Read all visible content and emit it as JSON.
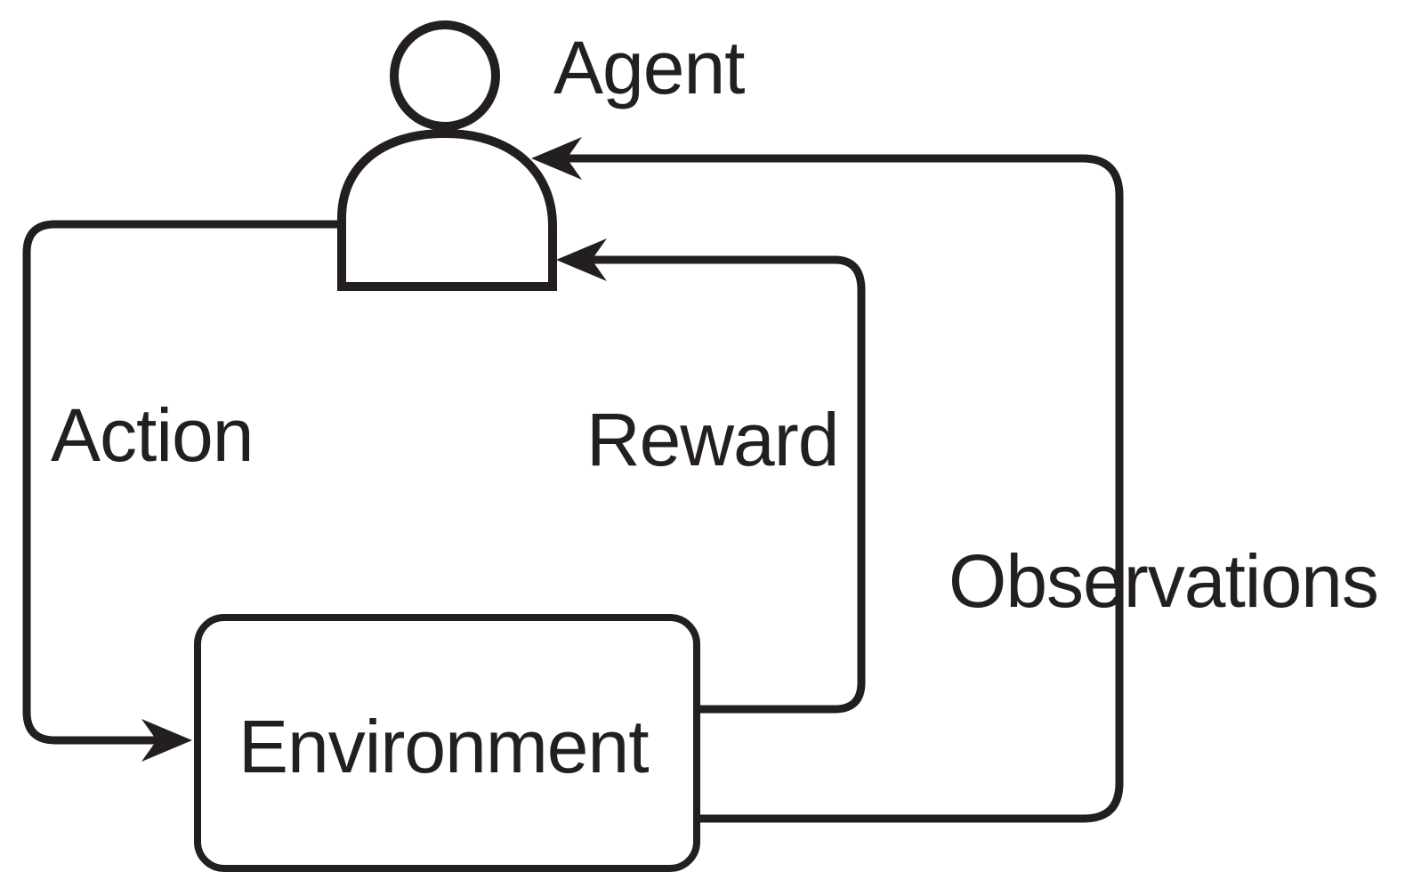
{
  "diagram": {
    "type": "reinforcement-learning-loop",
    "background_color": "#ffffff",
    "line_color": "#231f20",
    "nodes": [
      {
        "id": "agent",
        "label": "Agent",
        "icon": "person-icon",
        "shape": "person-figure"
      },
      {
        "id": "environment",
        "label": "Environment",
        "shape": "rounded-rectangle"
      }
    ],
    "edges": [
      {
        "id": "action",
        "label": "Action",
        "from": "agent",
        "to": "environment"
      },
      {
        "id": "reward",
        "label": "Reward",
        "from": "environment",
        "to": "agent"
      },
      {
        "id": "observations",
        "label": "Observations",
        "from": "environment",
        "to": "agent"
      }
    ]
  }
}
